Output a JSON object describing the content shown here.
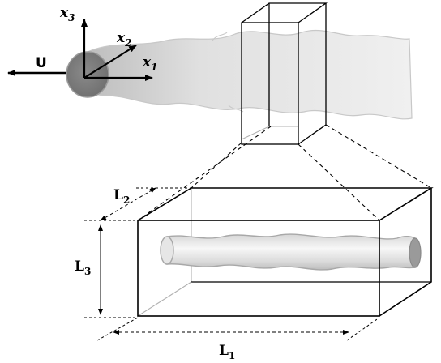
{
  "labels": {
    "flow_velocity": "U",
    "axis_x1": {
      "base": "x",
      "sub": "1"
    },
    "axis_x2": {
      "base": "x",
      "sub": "2"
    },
    "axis_x3": {
      "base": "x",
      "sub": "3"
    },
    "length_L1": {
      "base": "L",
      "sub": "1"
    },
    "length_L2": {
      "base": "L",
      "sub": "2"
    },
    "length_L3": {
      "base": "L",
      "sub": "3"
    }
  },
  "colors": {
    "line": "#000000",
    "plume_light": "#f2f2f2",
    "plume_mid": "#d9d9d9",
    "plume_edge": "#b5b5b5",
    "core_dark": "#7a7a7a",
    "core_edge": "#9a9a9a",
    "hidden_edge": "#b0b0b0"
  }
}
